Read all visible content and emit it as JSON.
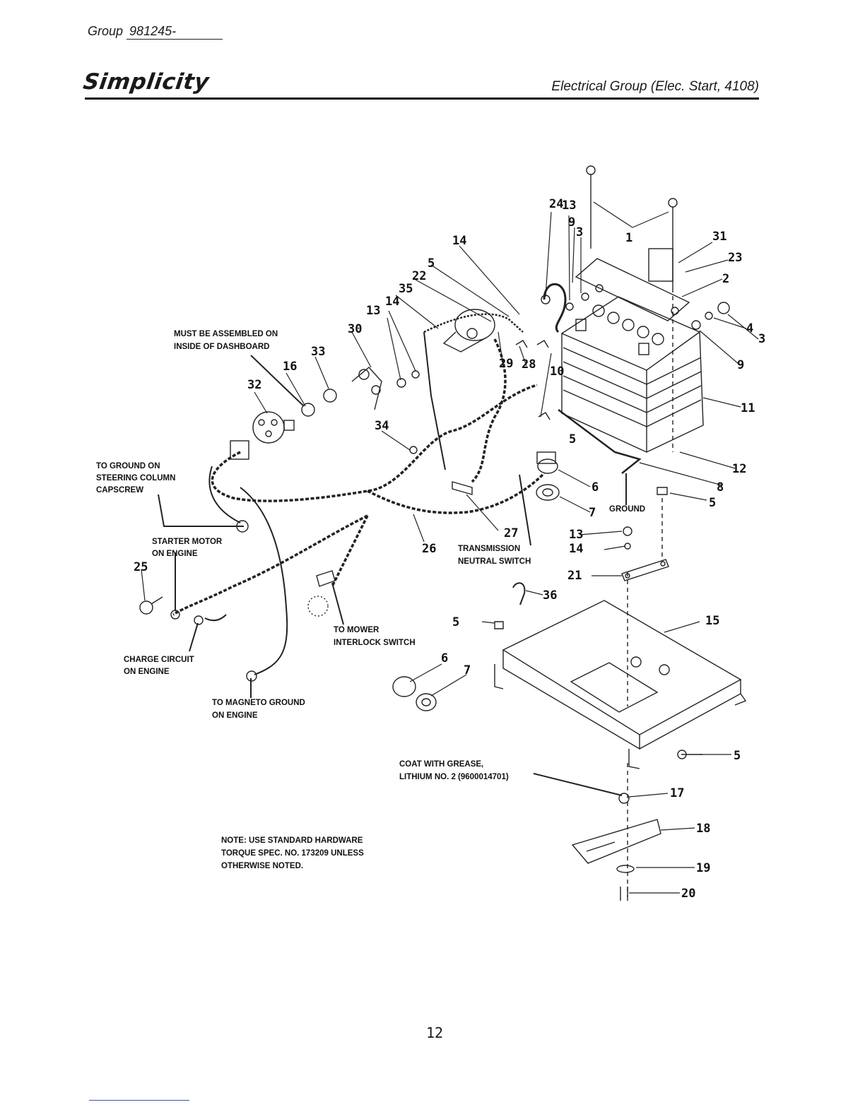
{
  "header": {
    "group_label": "Group",
    "group_number": "981245-",
    "brand": "Simplicity",
    "section_title": "Electrical Group (Elec. Start, 4108)"
  },
  "callouts": {
    "must_assemble": [
      "MUST BE ASSEMBLED ON",
      "INSIDE OF DASHBOARD"
    ],
    "ground_steering": [
      "TO GROUND ON",
      "STEERING COLUMN",
      "CAPSCREW"
    ],
    "starter_motor": [
      "STARTER MOTOR",
      "ON ENGINE"
    ],
    "charge_circuit": [
      "CHARGE CIRCUIT",
      "ON ENGINE"
    ],
    "magneto_ground": [
      "TO MAGNETO GROUND",
      "ON ENGINE"
    ],
    "mower_interlock": [
      "TO MOWER",
      "INTERLOCK SWITCH"
    ],
    "transmission": [
      "TRANSMISSION",
      "NEUTRAL SWITCH"
    ],
    "ground": "GROUND",
    "grease": [
      "COAT WITH GREASE,",
      "LITHIUM NO. 2 (9600014701)"
    ],
    "note": [
      "NOTE: USE STANDARD HARDWARE",
      "TORQUE SPEC. NO. 173209 UNLESS",
      "OTHERWISE NOTED."
    ]
  },
  "part_numbers": {
    "p1": "1",
    "p2": "2",
    "p3a": "3",
    "p3b": "3",
    "p4": "4",
    "p5a": "5",
    "p5b": "5",
    "p5c": "5",
    "p5d": "5",
    "p5e": "5",
    "p6a": "6",
    "p6b": "6",
    "p7a": "7",
    "p7b": "7",
    "p8": "8",
    "p9a": "9",
    "p9b": "9",
    "p10": "10",
    "p11": "11",
    "p12": "12",
    "p13a": "13",
    "p13b": "13",
    "p13c": "13",
    "p14a": "14",
    "p14b": "14",
    "p14c": "14",
    "p15": "15",
    "p16": "16",
    "p17": "17",
    "p18": "18",
    "p19": "19",
    "p20": "20",
    "p21": "21",
    "p22": "22",
    "p23": "23",
    "p24": "24",
    "p25": "25",
    "p26": "26",
    "p27": "27",
    "p28": "28",
    "p29": "29",
    "p30": "30",
    "p31": "31",
    "p32": "32",
    "p33": "33",
    "p34": "34",
    "p35": "35",
    "p36": "36"
  },
  "page_number": "12"
}
